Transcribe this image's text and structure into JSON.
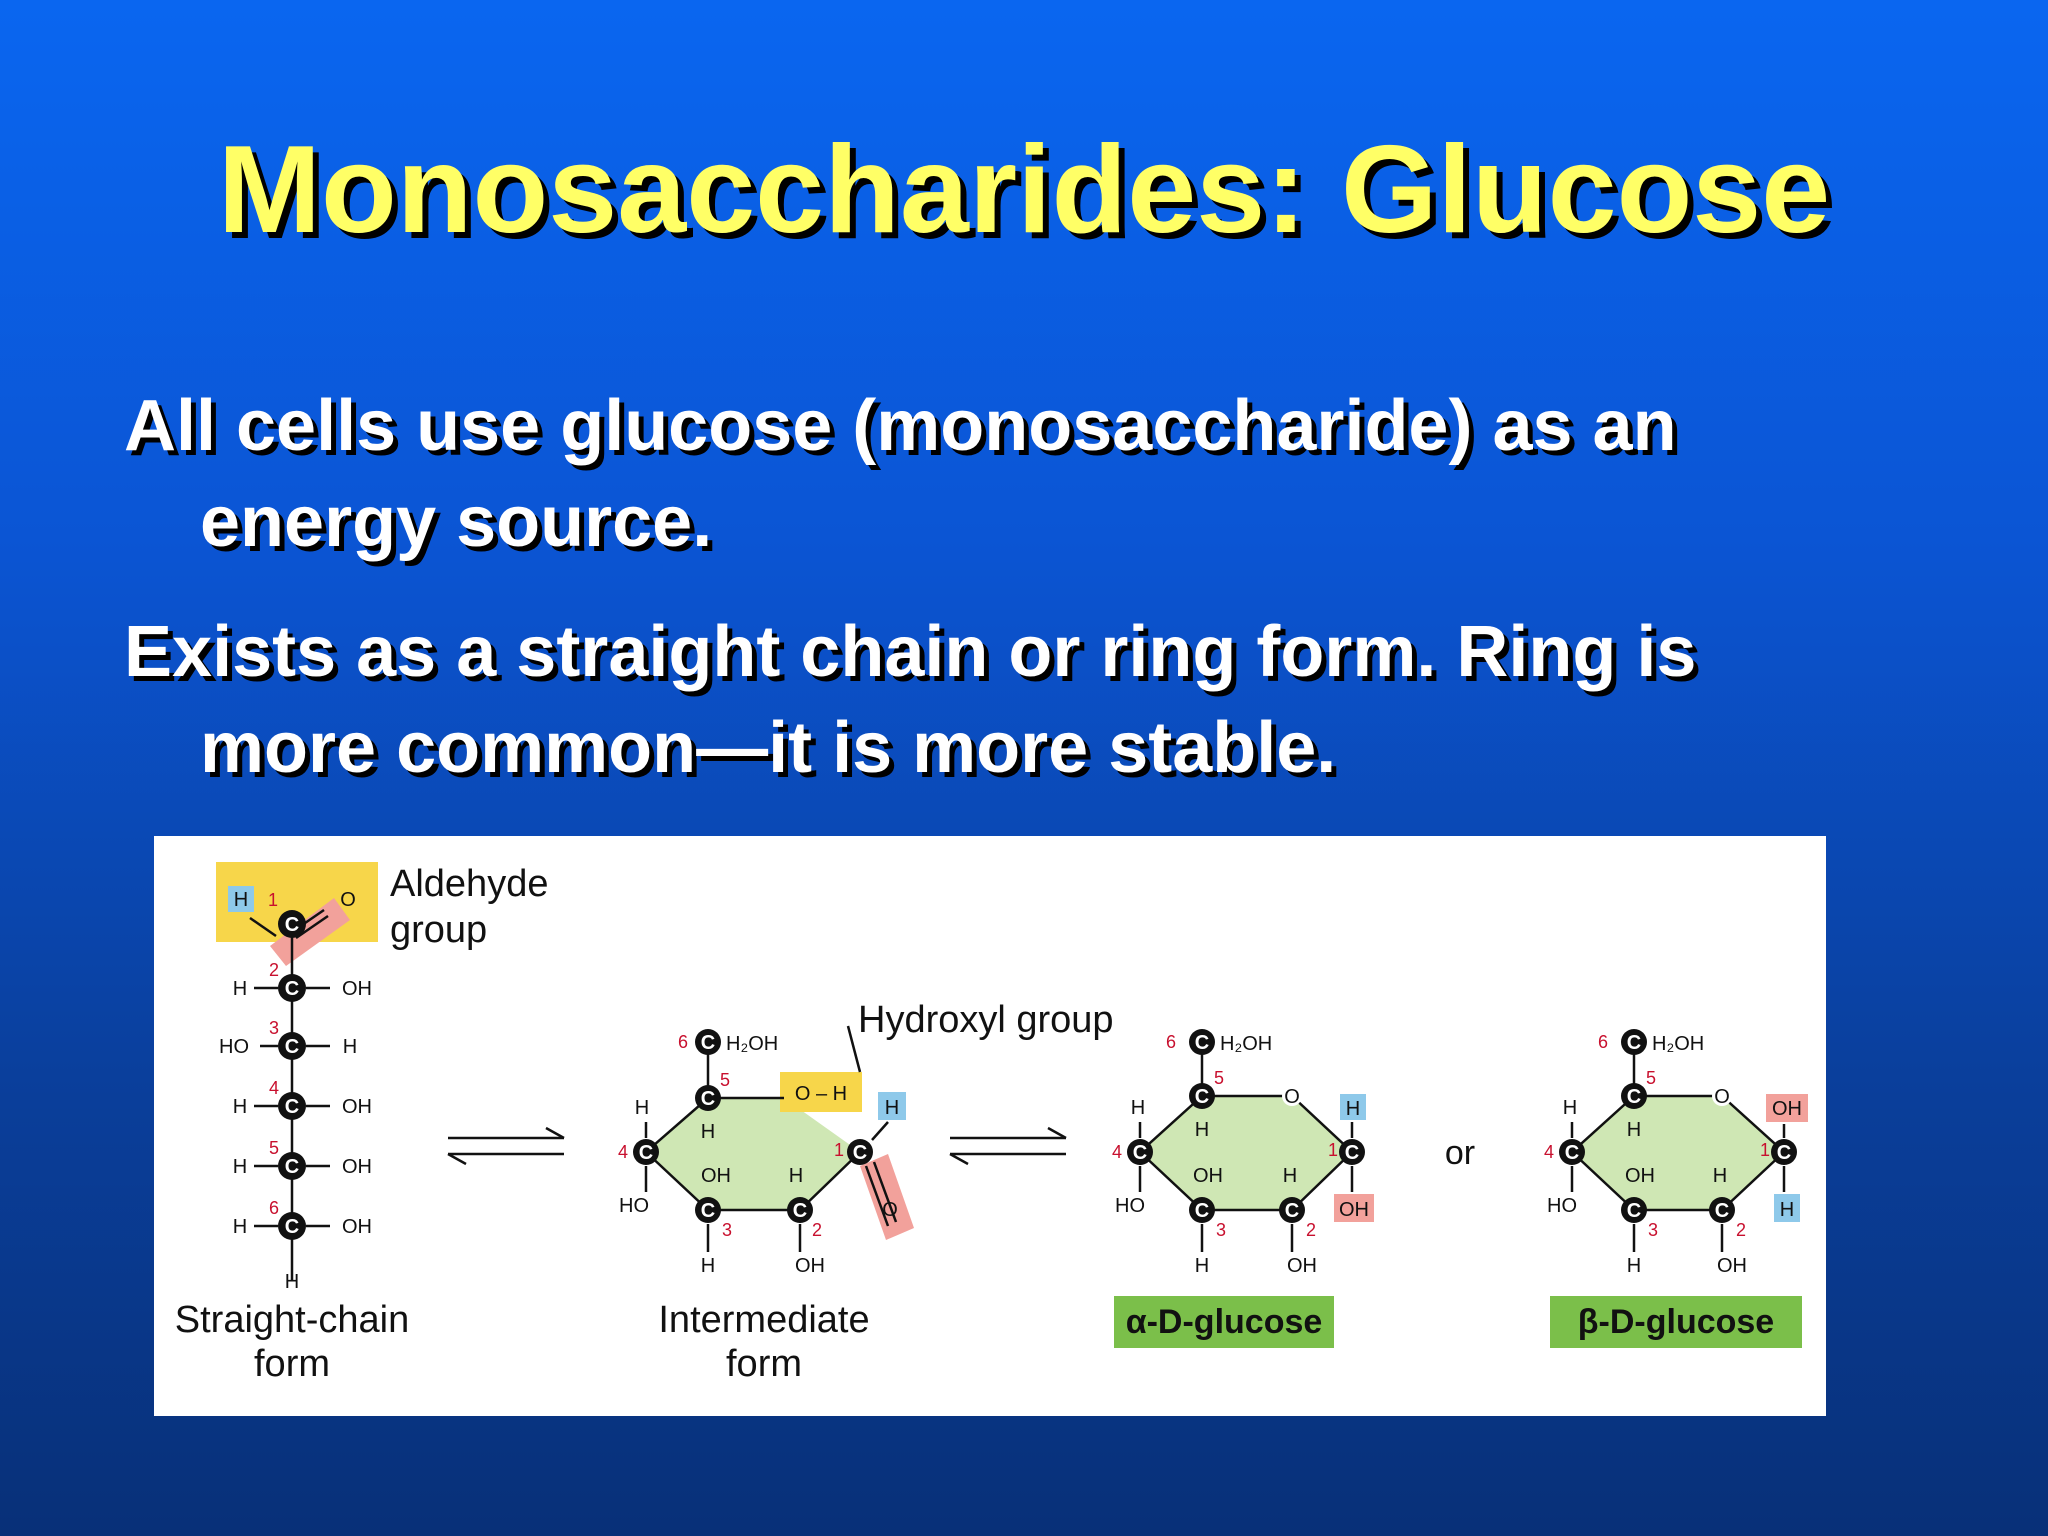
{
  "slide": {
    "title": "Monosaccharides: Glucose",
    "bullets": [
      {
        "line1": "All cells use glucose (monosaccharide) as an",
        "line2": "energy source."
      },
      {
        "line1": "Exists as a straight chain or ring form.  Ring is",
        "line2": "more common—it is more stable."
      }
    ]
  },
  "figure": {
    "colors": {
      "hydroxyl_highlight": "#f7d64a",
      "carbonyl_highlight": "#f2a19b",
      "h_highlight": "#8ec9ea",
      "ring_fill": "#cfe7b4",
      "name_label_bg": "#7bbf4a",
      "carbon_number": "#c8102e"
    },
    "straight_chain": {
      "callout": [
        "Aldehyde",
        "group"
      ],
      "carbon_label": "C",
      "carbon_numbers": [
        "1",
        "2",
        "3",
        "4",
        "5",
        "6"
      ],
      "top_h": "H",
      "top_o": "O",
      "substituents": [
        {
          "left": "H",
          "right": "OH"
        },
        {
          "left": "HO",
          "right": "H"
        },
        {
          "left": "H",
          "right": "OH"
        },
        {
          "left": "H",
          "right": "OH"
        },
        {
          "left": "H",
          "right": "OH"
        }
      ],
      "bottom": "H",
      "caption": [
        "Straight-chain",
        "form"
      ]
    },
    "intermediate": {
      "callout": "Hydroxyl group",
      "oh_label": "O – H",
      "h_label": "H",
      "o_label": "O",
      "ch2oh": "H₂OH",
      "caption": [
        "Intermediate",
        "form"
      ]
    },
    "alpha": {
      "name": "α-D-glucose",
      "up": "H",
      "down": "OH",
      "ring_o": "O"
    },
    "beta": {
      "name": "β-D-glucose",
      "up": "OH",
      "down": "H",
      "ring_o": "O"
    },
    "ring_labels": {
      "h": "H",
      "oh": "OH",
      "ho": "HO",
      "c": "C",
      "ch2oh": "H₂OH"
    },
    "numbers": {
      "n1": "1",
      "n2": "2",
      "n3": "3",
      "n4": "4",
      "n5": "5",
      "n6": "6"
    },
    "or_label": "or"
  }
}
